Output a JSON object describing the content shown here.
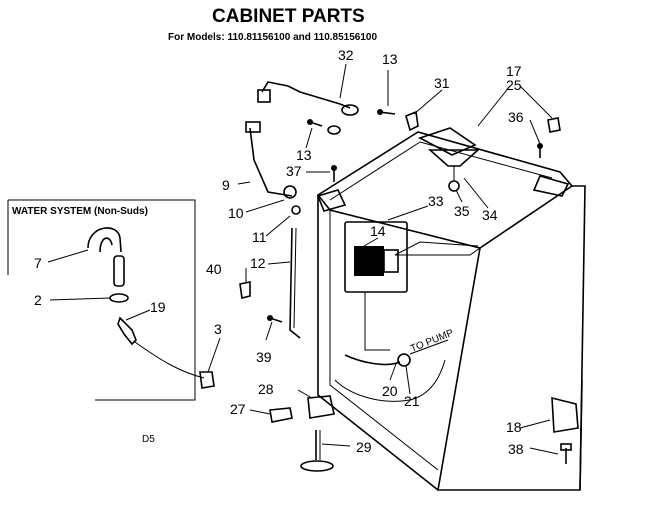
{
  "title": "CABINET PARTS",
  "subtitle": "For Models: 110.81156100 and 110.85156100",
  "inset_title": "WATER SYSTEM (Non-Suds)",
  "page_code": "D5",
  "pump_label": "TO PUMP",
  "callouts": [
    "2",
    "3",
    "7",
    "9",
    "10",
    "11",
    "12",
    "13",
    "13",
    "14",
    "17",
    "18",
    "19",
    "20",
    "21",
    "25",
    "27",
    "28",
    "29",
    "31",
    "32",
    "33",
    "34",
    "35",
    "36",
    "37",
    "38",
    "39",
    "40"
  ],
  "colors": {
    "ink": "#000000",
    "paper": "#ffffff"
  }
}
